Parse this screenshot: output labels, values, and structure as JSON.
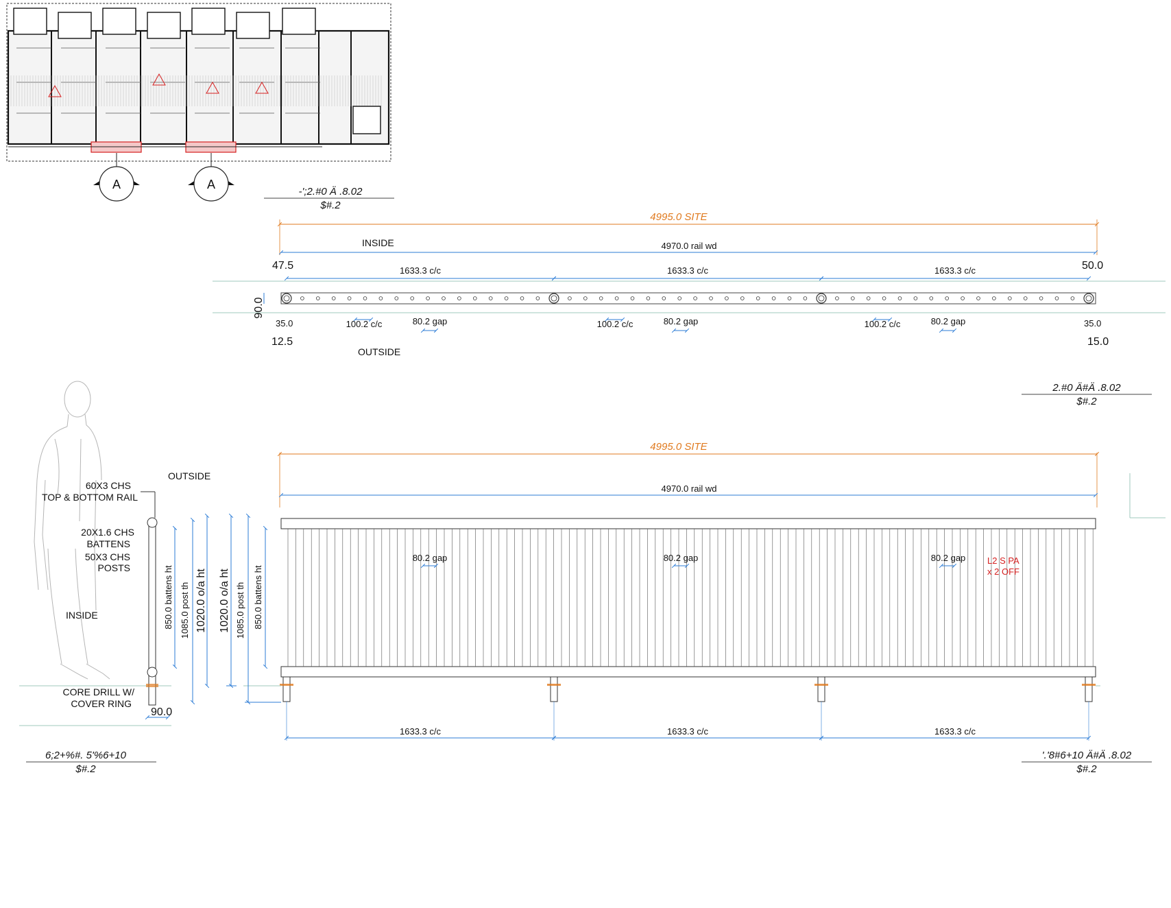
{
  "key_plan": {
    "section_marker": "A",
    "title": "-';2.#0 Ä .8.02",
    "scale": "$#.2"
  },
  "plan_view": {
    "site_dim": "4995.0 SITE",
    "rail_width": "4970.0 rail wd",
    "inside_label": "INSIDE",
    "outside_label": "OUTSIDE",
    "left_offset_top": "47.5",
    "right_offset_top": "50.0",
    "left_offset_bottom": "12.5",
    "right_offset_bottom": "15.0",
    "post_offset_left": "35.0",
    "post_offset_right": "35.0",
    "depth": "90.0",
    "post_spacing": [
      "1633.3 c/c",
      "1633.3 c/c",
      "1633.3 c/c"
    ],
    "batten_spacing": [
      "100.2 c/c",
      "100.2 c/c",
      "100.2 c/c"
    ],
    "gap": [
      "80.2 gap",
      "80.2 gap",
      "80.2 gap"
    ],
    "title": "2.#0 Ä#Ä .8.02",
    "scale": "$#.2"
  },
  "section": {
    "outside_label": "OUTSIDE",
    "inside_label": "INSIDE",
    "rail_note_1": "60X3 CHS",
    "rail_note_2": "TOP & BOTTOM RAIL",
    "batten_note_1": "20X1.6 CHS",
    "batten_note_2": "BATTENS",
    "post_note_1": "50X3 CHS",
    "post_note_2": "POSTS",
    "core_note_1": "CORE DRILL W/",
    "core_note_2": "COVER RING",
    "width": "90.0",
    "battens_ht": "850.0 battens ht",
    "post_th": "1085.0 post th",
    "oa_ht": "1020.0 o/a ht",
    "title": "6;2+%#. 5'%6+10",
    "scale": "$#.2"
  },
  "elevation": {
    "site_dim": "4995.0 SITE",
    "rail_width": "4970.0 rail wd",
    "oa_ht": "1020.0 o/a ht",
    "post_th": "1085.0 post th",
    "battens_ht": "850.0 battens ht",
    "gap": [
      "80.2 gap",
      "80.2 gap",
      "80.2 gap"
    ],
    "post_spacing": [
      "1633.3 c/c",
      "1633.3 c/c",
      "1633.3 c/c"
    ],
    "panel_note_1": "L2 S PA",
    "panel_note_2": "x 2 OFF",
    "title": "'.'8#6+10 Ä#Ä .8.02",
    "scale": "$#.2"
  },
  "colors": {
    "dimension": "#2b7bd6",
    "site_dimension": "#e07a1f",
    "markup": "#d62020"
  }
}
